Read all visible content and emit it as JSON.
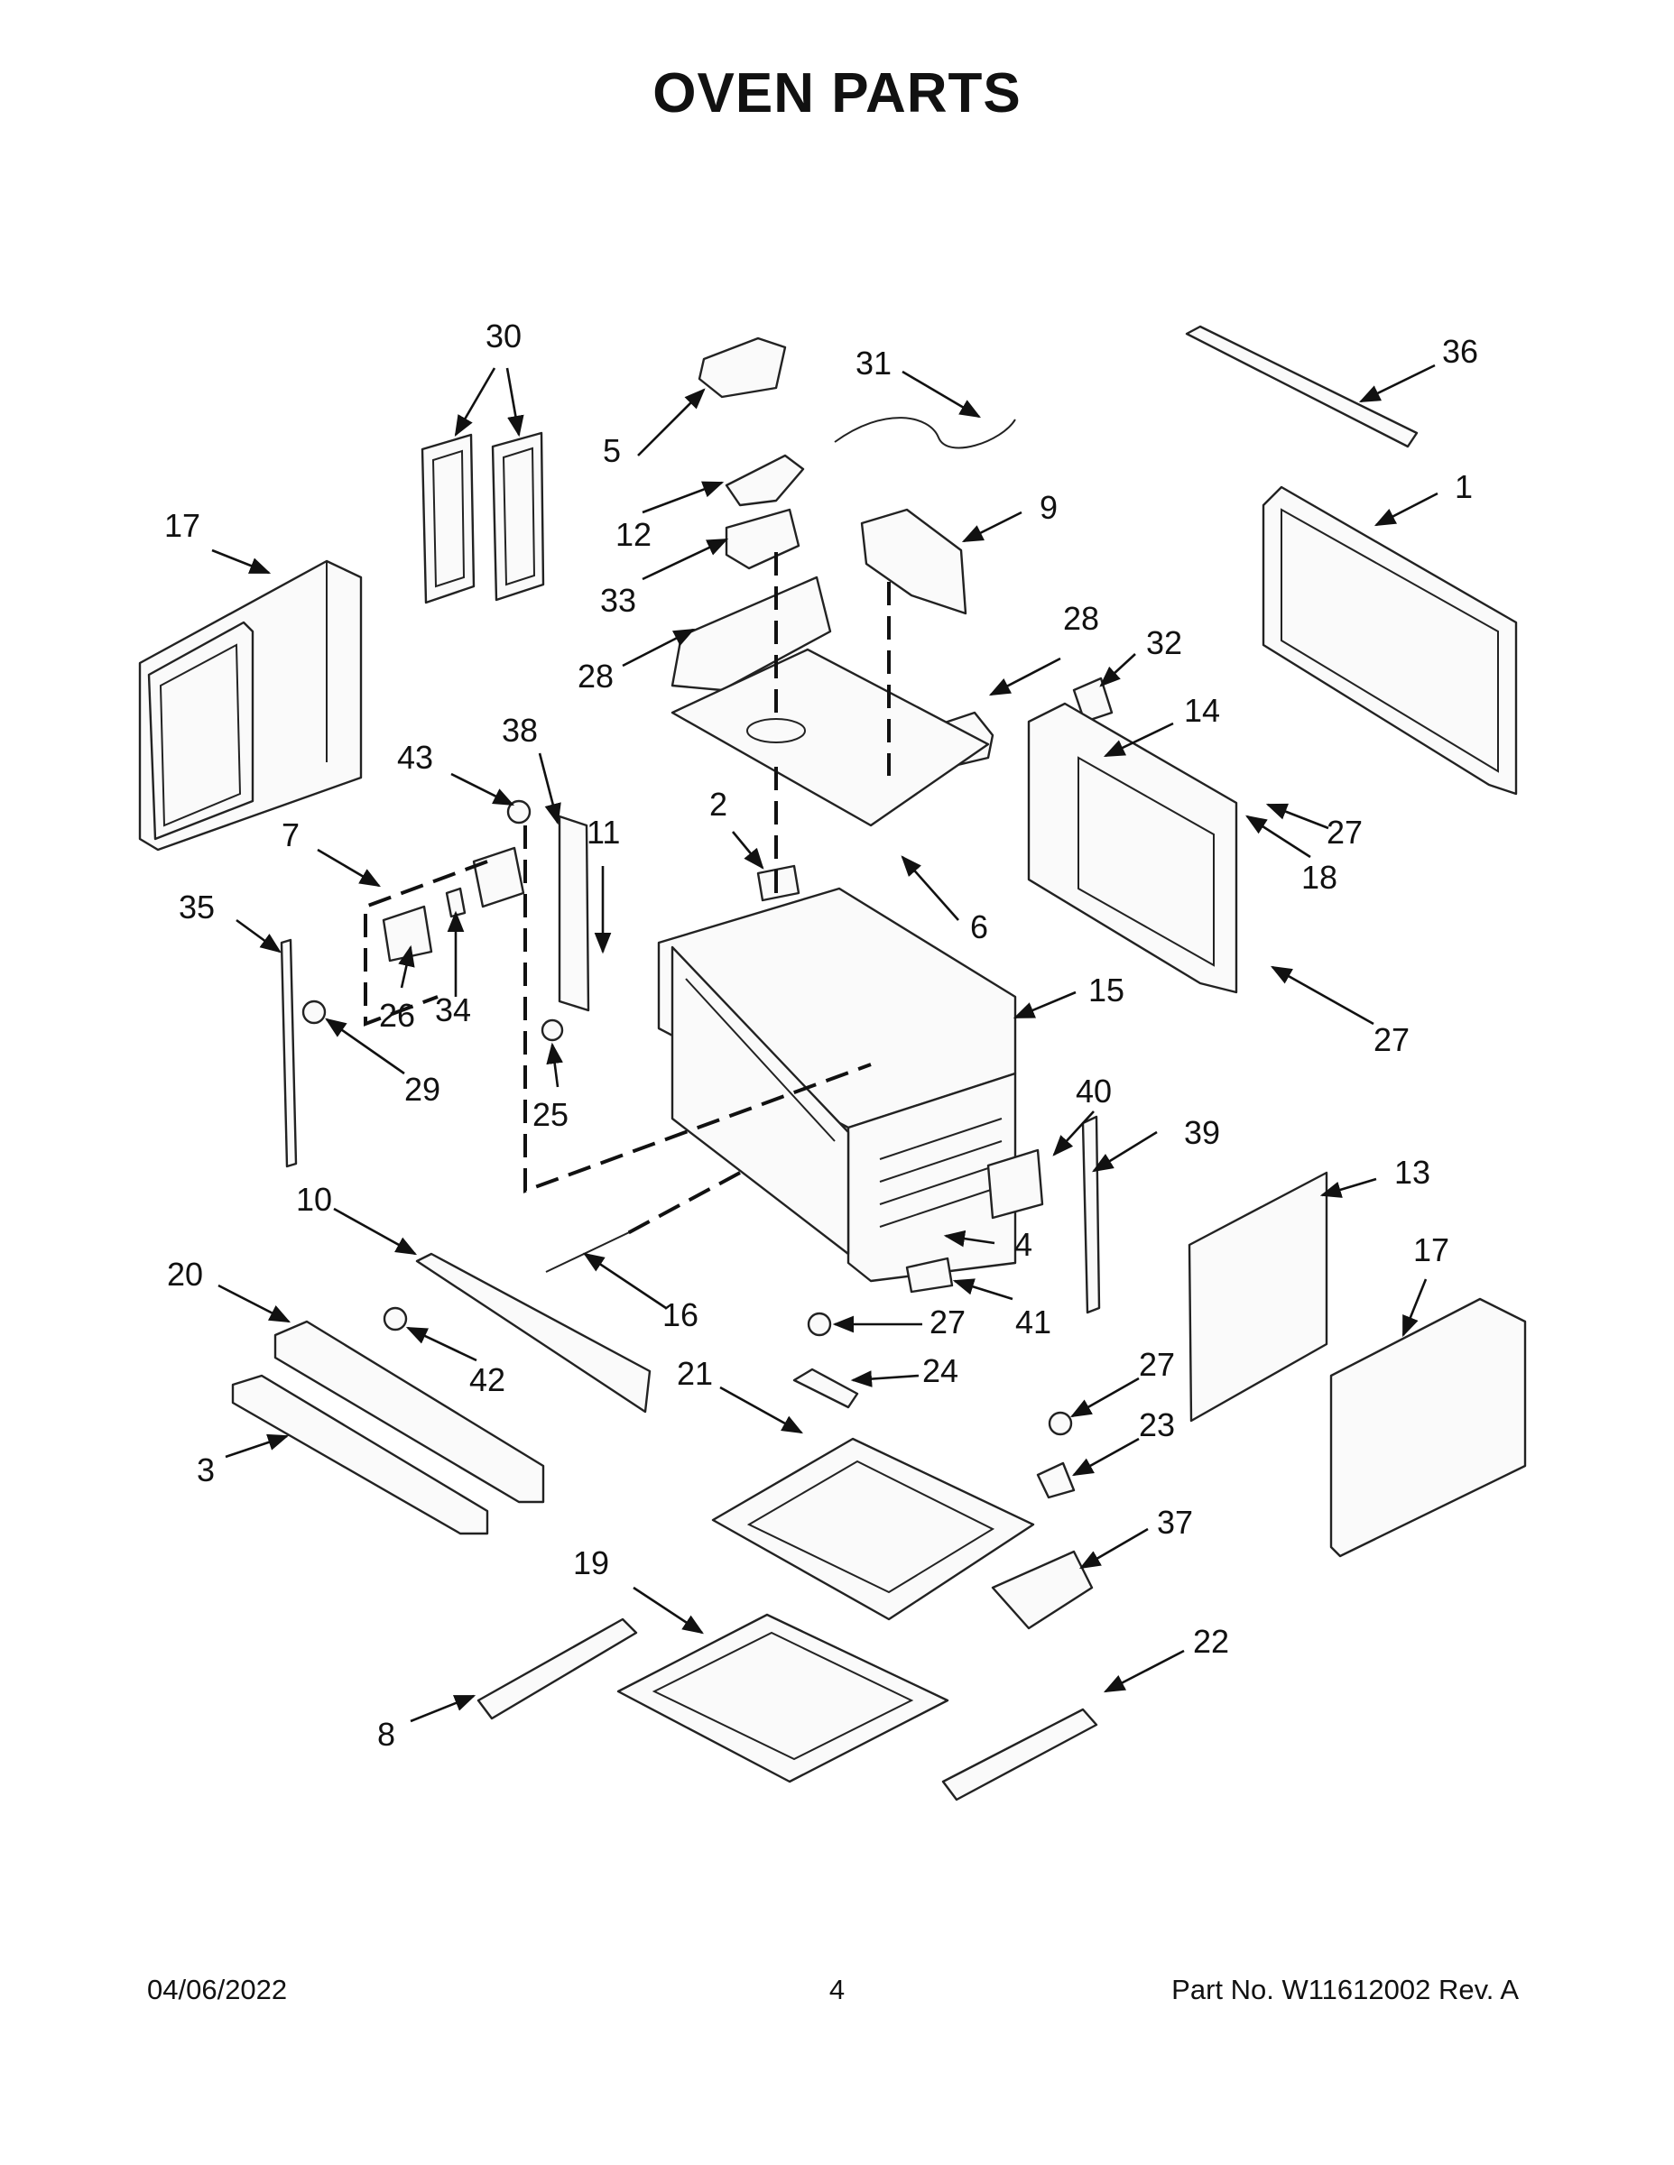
{
  "title": "OVEN PARTS",
  "callouts": [
    "1",
    "2",
    "3",
    "4",
    "5",
    "6",
    "7",
    "8",
    "9",
    "10",
    "11",
    "12",
    "13",
    "14",
    "15",
    "16",
    "17",
    "17",
    "18",
    "19",
    "20",
    "21",
    "22",
    "23",
    "24",
    "25",
    "26",
    "27",
    "27",
    "27",
    "27",
    "28",
    "28",
    "29",
    "30",
    "31",
    "32",
    "33",
    "34",
    "35",
    "36",
    "37",
    "38",
    "39",
    "40",
    "41",
    "42",
    "43"
  ],
  "footer": {
    "date": "04/06/2022",
    "page": "4",
    "part_number": "Part No.  W11612002  Rev.  A"
  }
}
